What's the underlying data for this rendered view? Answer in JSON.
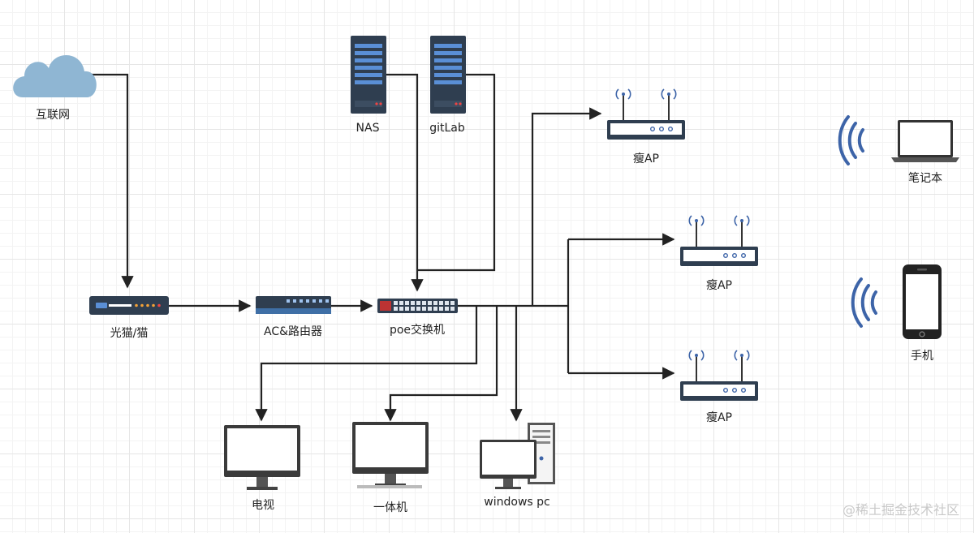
{
  "nodes": {
    "internet": "互联网",
    "modem": "光猫/猫",
    "router": "AC&路由器",
    "switch": "poe交换机",
    "nas": "NAS",
    "gitlab": "gitLab",
    "ap1": "瘦AP",
    "ap2": "瘦AP",
    "ap3": "瘦AP",
    "laptop": "笔记本",
    "phone": "手机",
    "tv": "电视",
    "aio": "一体机",
    "pc": "windows pc"
  },
  "watermark": "@稀土掘金技术社区",
  "colors": {
    "line": "#222222",
    "device_dark": "#2f3e50",
    "device_blue": "#3f6fa6",
    "cloud": "#8fb6d3",
    "wifi": "#3d64a8"
  }
}
